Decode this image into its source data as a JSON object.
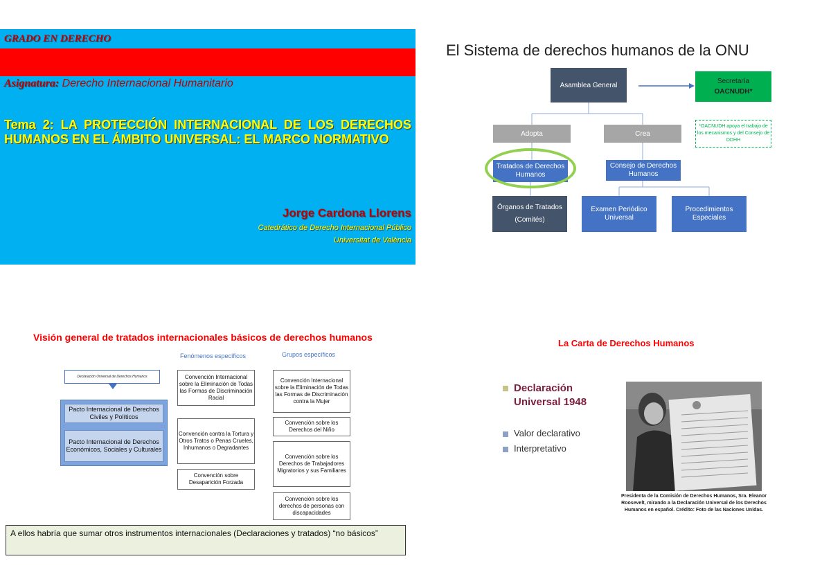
{
  "slide1": {
    "degree": "GRADO EN DERECHO",
    "subject_label": "Asignatura:",
    "subject_value": " Derecho Internacional Humanitario",
    "topic": "Tema 2: LA PROTECCIÓN INTERNACIONAL DE LOS DERECHOS HUMANOS EN EL ÁMBITO UNIVERSAL: EL MARCO NORMATIVO",
    "author": "Jorge Cardona Llorens",
    "position": "Catedrático de Derecho Internacional Público",
    "university": "Universitat de València",
    "colors": {
      "background": "#00b0f0",
      "bar": "#ff0000",
      "title": "#ffff00",
      "author": "#c00000"
    }
  },
  "slide2": {
    "title": "El Sistema de derechos humanos de la ONU",
    "asamblea": "Asamblea General",
    "secretaria_line1": "Secretaría",
    "secretaria_line2": "OACNUDH*",
    "note": "*OACNUDH apoya el trabajo de los mecanismos y del Consejo de DDHH",
    "adopta": "Adopta",
    "crea": "Crea",
    "tratados": "Tratados de Derechos Humanos",
    "consejo": "Consejo de Derechos Humanos",
    "organos_line1": "Órganos de Tratados",
    "organos_line2": "(Comités)",
    "examen": "Examen Periódico Universal",
    "procedimientos": "Procedimientos Especiales"
  },
  "slide3": {
    "title": "Visión general de tratados internacionales básicos de derechos humanos",
    "header_fenomenos": "Fenómenos específicos",
    "header_grupos": "Grupos específicos",
    "declaracion": "Declaración Universal de Derechos Humanos",
    "pacto_civiles": "Pacto Internacional de Derechos Civiles y Políticos",
    "pacto_economicos": "Pacto Internacional de Derechos Económicos, Sociales y Culturales",
    "cerd": "Convención Internacional sobre la Eliminación de Todas las Formas de Discriminación Racial",
    "cat": "Convención contra la Tortura y Otros Tratos o Penas Crueles, Inhumanos o Degradantes",
    "ced": "Convención sobre Desaparición Forzada",
    "cedaw": "Convención Internacional sobre la Eliminación de Todas las Formas de Discriminación contra la Mujer",
    "crc": "Convención sobre los Derechos del Niño",
    "cmw": "Convención sobre los Derechos de Trabajadores Migratorios y sus Familiares",
    "crpd": "Convención sobre los derechos de personas con discapacidades",
    "footer": "A ellos habría que sumar otros instrumentos internacionales (Declaraciones y tratados) “no básicos”"
  },
  "slide4": {
    "title": "La Carta de Derechos Humanos",
    "main_bullet": "Declaración Universal 1948",
    "bullet1": "Valor declarativo",
    "bullet2": "Interpretativo",
    "caption": "Presidenta de la Comisión de Derechos Humanos, Sra. Eleanor Roosevelt, mirando a la Declaración Universal de los Derechos Humanos en español. Crédito: Foto de las Naciones Unidas.",
    "colors": {
      "main_bullet_marker": "#c4c48a",
      "sub_bullet_marker": "#8ea0c4"
    }
  }
}
